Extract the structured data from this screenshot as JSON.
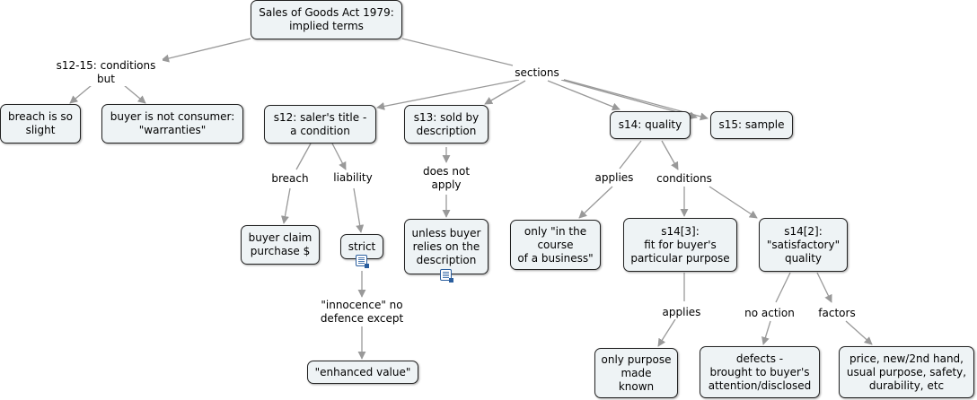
{
  "concept_map": {
    "nodes": [
      {
        "id": "root",
        "text": "Sales of Goods Act 1979:\nimplied terms"
      },
      {
        "id": "slight",
        "text": "breach is so\nslight"
      },
      {
        "id": "warranties",
        "text": "buyer is not consumer:\n\"warranties\""
      },
      {
        "id": "s12",
        "text": "s12: saler's title -\na condition"
      },
      {
        "id": "s13",
        "text": "s13: sold by\ndescription"
      },
      {
        "id": "s14",
        "text": "s14: quality"
      },
      {
        "id": "s15",
        "text": "s15: sample"
      },
      {
        "id": "claim",
        "text": "buyer claim\npurchase $"
      },
      {
        "id": "strict",
        "text": "strict"
      },
      {
        "id": "unless",
        "text": "unless buyer\nrelies on the\ndescription"
      },
      {
        "id": "course",
        "text": "only \"in the\ncourse\nof a business\""
      },
      {
        "id": "s14_3",
        "text": "s14[3]:\nfit for buyer's\nparticular purpose"
      },
      {
        "id": "s14_2",
        "text": "s14[2]:\n\"satisfactory\"\nquality"
      },
      {
        "id": "enhanced",
        "text": "\"enhanced value\""
      },
      {
        "id": "purpose",
        "text": "only purpose\nmade\nknown"
      },
      {
        "id": "defects",
        "text": "defects -\nbrought to buyer's\nattention/disclosed"
      },
      {
        "id": "price",
        "text": "price, new/2nd hand,\nusual purpose, safety,\ndurability, etc"
      }
    ],
    "link_labels": [
      {
        "id": "s1215",
        "text": "s12-15: conditions\nbut"
      },
      {
        "id": "sections",
        "text": "sections"
      },
      {
        "id": "breach",
        "text": "breach"
      },
      {
        "id": "liability",
        "text": "liability"
      },
      {
        "id": "doesnot",
        "text": "does not\napply"
      },
      {
        "id": "applies1",
        "text": "applies"
      },
      {
        "id": "conditions",
        "text": "conditions"
      },
      {
        "id": "innocence",
        "text": "\"innocence\" no\ndefence except"
      },
      {
        "id": "applies2",
        "text": "applies"
      },
      {
        "id": "noaction",
        "text": "no action"
      },
      {
        "id": "factors",
        "text": "factors"
      }
    ],
    "resource_icons": [
      "document-icon",
      "document-icon"
    ],
    "colors": {
      "node_fill": "#eef3f5",
      "node_border": "#222222",
      "arrow": "#999999"
    }
  }
}
